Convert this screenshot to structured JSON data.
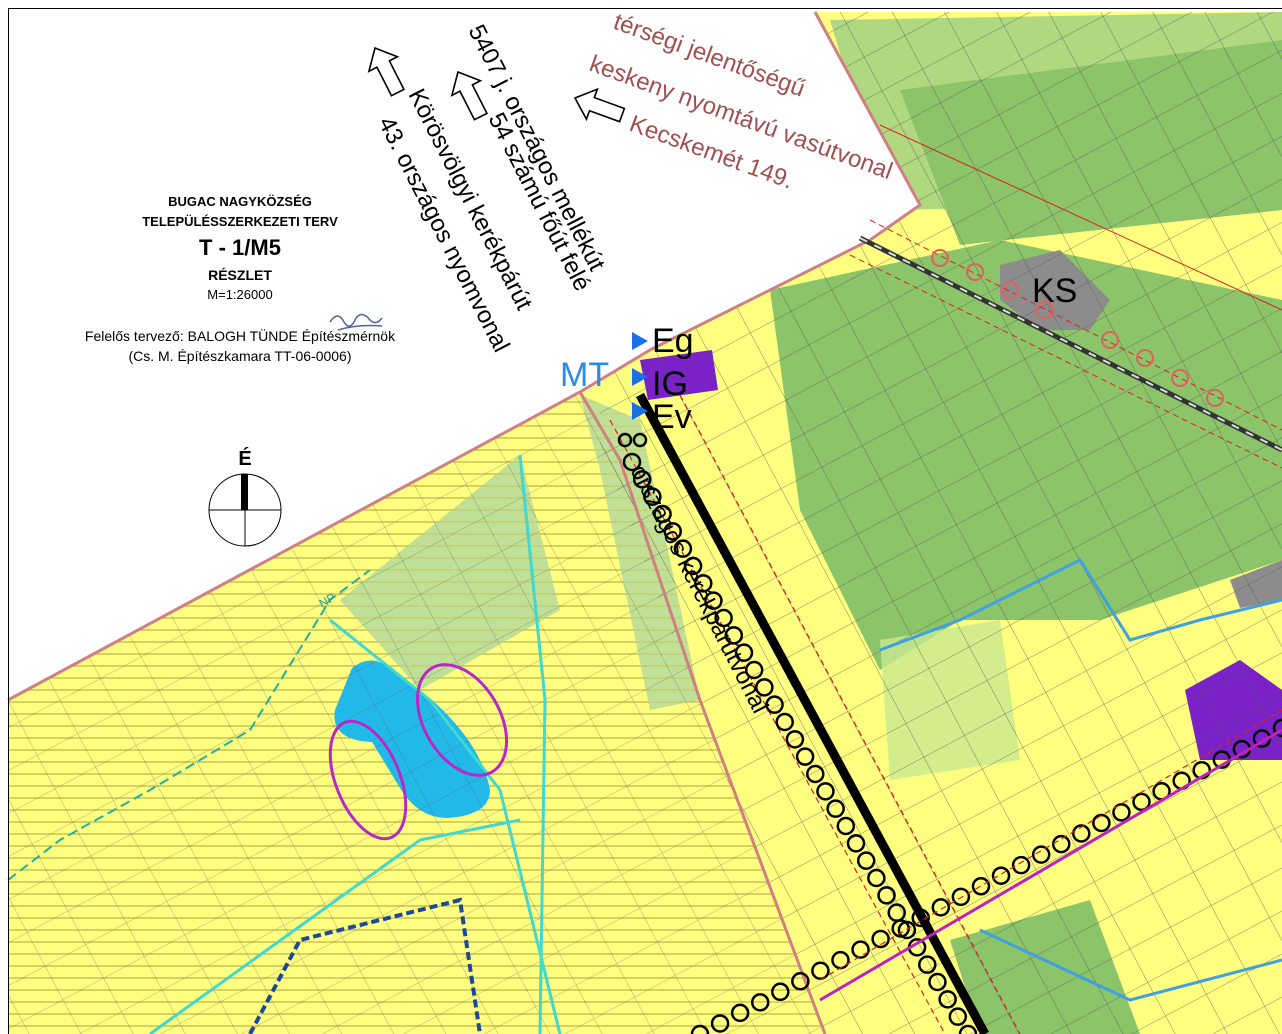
{
  "title_block": {
    "line1": "BUGAC NAGYKÖZSÉG",
    "line2": "TELEPÜLÉSSZERKEZETI TERV",
    "plan_code": "T - 1/M5",
    "subtitle": "RÉSZLET",
    "scale": "M=1:26000",
    "designer": "Felelős tervező: BALOGH TÜNDE Építészmérnök",
    "chamber": "(Cs. M. Építészkamara TT-06-0006)"
  },
  "north_arrow": {
    "label": "É"
  },
  "direction_labels": {
    "railway": [
      "térségi jelentőségű",
      "keskeny nyomtávú vasútvonal",
      "Kecskemét 149."
    ],
    "road": [
      "5407 j. országos mellékút",
      "54 számú főút felé"
    ],
    "bike": [
      "Körösvölgyi kerékpárút",
      "43. országos nyomvonal"
    ],
    "bike_route_along": "országos kerékpárútvonal"
  },
  "zone_labels": {
    "eg": "Eg",
    "ig": "IG",
    "ev": "Ev",
    "mt": "MT",
    "ks": "KS",
    "np": "NP"
  },
  "colors": {
    "yellow_zone": "#ffff80",
    "green_zone": "#a8d878",
    "dark_green_zone": "#8cc46a",
    "water": "#22b8e8",
    "purple_zone": "#7a22c8",
    "gray_zone": "#8c8c8c",
    "boundary_pink": "#d08080",
    "railway_label": "#a05050",
    "mt_label": "#2a8ae6",
    "arrow_blue": "#1e6ee8"
  }
}
